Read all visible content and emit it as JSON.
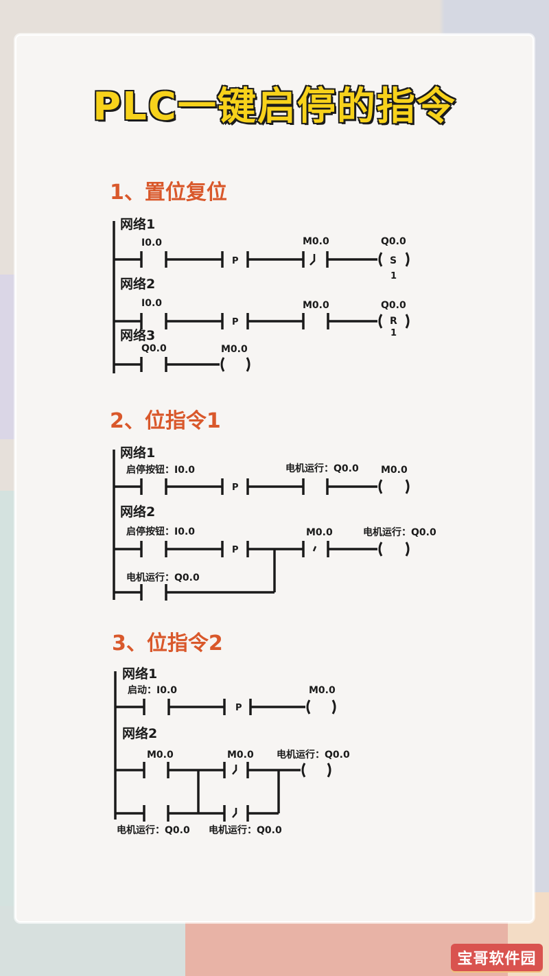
{
  "title": "PLC一键启停的指令",
  "sections": [
    {
      "heading": "1、置位复位",
      "networks": [
        {
          "label": "网络1",
          "contact1": "I0.0",
          "edge": "P",
          "contact2": "M0.0",
          "coil": "Q0.0",
          "coil_type": "S",
          "coil_n": "1"
        },
        {
          "label": "网络2",
          "contact1": "I0.0",
          "edge": "P",
          "contact2": "M0.0",
          "coil": "Q0.0",
          "coil_type": "R",
          "coil_n": "1"
        },
        {
          "label": "网络3",
          "contact1": "Q0.0",
          "coil": "M0.0"
        }
      ]
    },
    {
      "heading": "2、位指令1",
      "networks": [
        {
          "label": "网络1",
          "contact1": "启停按钮：I0.0",
          "edge": "P",
          "contact2": "电机运行：Q0.0",
          "coil": "M0.0"
        },
        {
          "label": "网络2",
          "contact1": "启停按钮：I0.0",
          "edge": "P",
          "contact2": "M0.0",
          "coil": "电机运行：Q0.0",
          "branch": "电机运行：Q0.0"
        }
      ]
    },
    {
      "heading": "3、位指令2",
      "networks": [
        {
          "label": "网络1",
          "contact1": "启动：I0.0",
          "edge": "P",
          "coil": "M0.0"
        },
        {
          "label": "网络2",
          "contact1": "M0.0",
          "contact2": "M0.0",
          "coil": "电机运行：Q0.0",
          "branch1": "电机运行：Q0.0",
          "branch2": "电机运行：Q0.0"
        }
      ]
    }
  ],
  "watermark": "宝哥软件园",
  "colors": {
    "title_fill": "#f7d21b",
    "heading": "#d9582b",
    "line": "#1a1a1a",
    "watermark_bg": "#d9534f"
  }
}
